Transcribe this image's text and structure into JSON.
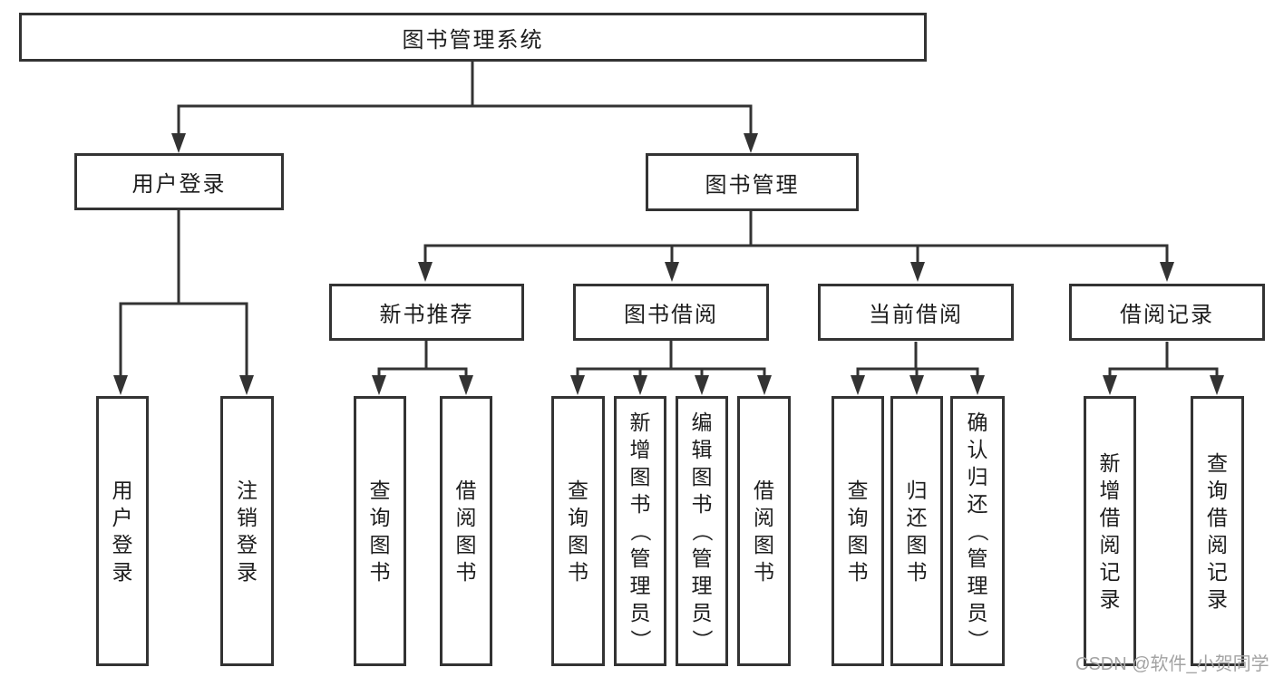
{
  "colors": {
    "line": "#333333",
    "text": "#1d1d1d",
    "watermark": "#a3a3a3",
    "background": "#ffffff"
  },
  "tree": {
    "root": "图书管理系统",
    "branches": [
      {
        "label": "用户登录",
        "children": [
          "用户登录",
          "注销登录"
        ]
      },
      {
        "label": "图书管理",
        "groups": [
          {
            "label": "新书推荐",
            "children": [
              "查询图书",
              "借阅图书"
            ]
          },
          {
            "label": "图书借阅",
            "children": [
              "查询图书",
              "新增图书（管理员）",
              "编辑图书（管理员）",
              "借阅图书"
            ]
          },
          {
            "label": "当前借阅",
            "children": [
              "查询图书",
              "归还图书",
              "确认归还（管理员）"
            ]
          },
          {
            "label": "借阅记录",
            "children": [
              "新增借阅记录",
              "查询借阅记录"
            ]
          }
        ]
      }
    ]
  },
  "watermark": "CSDN @软件_小贺同学"
}
